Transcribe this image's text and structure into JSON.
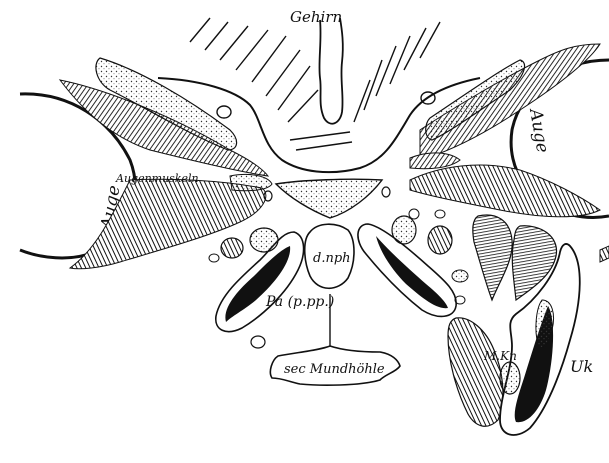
{
  "figure": {
    "labels": {
      "gehirn": "Gehirn",
      "auge_left": "Auge",
      "auge_right": "Auge",
      "augenmuskeln": "Augenmuskeln",
      "dnph": "d.nph",
      "pa": "Pa (p.pp.)",
      "mundhoehle": "sec Mundhöhle",
      "mkn": "M.Kn",
      "uk": "Uk"
    },
    "colors": {
      "ink": "#111111",
      "paper": "#ffffff",
      "stipple": "#555555"
    }
  }
}
